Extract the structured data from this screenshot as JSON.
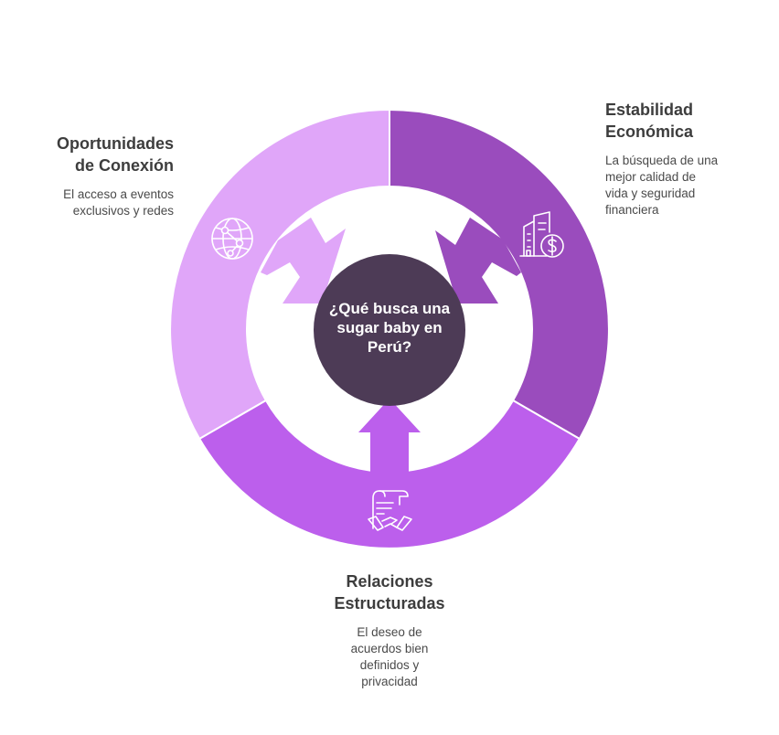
{
  "center": {
    "label": "¿Qué busca una\nsugar baby en\nPerú?",
    "color": "#4d3b56"
  },
  "segments": [
    {
      "id": "oportunidades",
      "title": "Oportunidades\nde Conexión",
      "description": "El acceso a eventos\nexclusivos y redes",
      "icon": "globe-network-icon",
      "color": "#e0a6f9"
    },
    {
      "id": "estabilidad",
      "title": "Estabilidad\nEconómica",
      "description": "La búsqueda de una\nmejor calidad de\nvida y seguridad\nfinanciera",
      "icon": "building-dollar-icon",
      "color": "#9a4cbd"
    },
    {
      "id": "relaciones",
      "title": "Relaciones\nEstructuradas",
      "description": "El deseo de\nacuerdos bien\ndefinidos y\nprivacidad",
      "icon": "contract-handshake-icon",
      "color": "#bc5fec"
    }
  ]
}
